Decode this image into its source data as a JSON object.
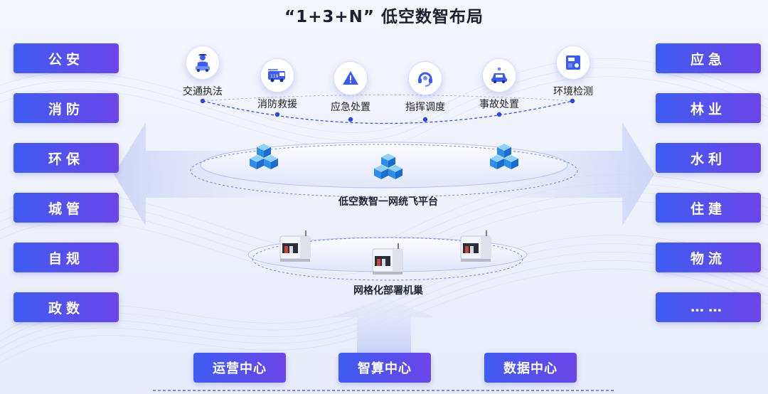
{
  "title": "“1+3+N” 低空数智布局",
  "left_items": [
    "公安",
    "消防",
    "环保",
    "城管",
    "自规",
    "政数"
  ],
  "right_items": [
    "应急",
    "林业",
    "水利",
    "住建",
    "物流",
    "……"
  ],
  "services": [
    {
      "label": "交通执法",
      "icon": "traffic-police-icon"
    },
    {
      "label": "消防救援",
      "icon": "fire-truck-icon"
    },
    {
      "label": "应急处置",
      "icon": "warning-icon"
    },
    {
      "label": "指挥调度",
      "icon": "headset-icon"
    },
    {
      "label": "事故处置",
      "icon": "car-accident-icon"
    },
    {
      "label": "环境检测",
      "icon": "monitor-icon"
    }
  ],
  "platform_label": "低空数智一网统飞平台",
  "hangar_label": "网格化部署机巢",
  "centers": [
    "运营中心",
    "智算中心",
    "数据中心"
  ],
  "colors": {
    "button_start": "#3f5cf0",
    "button_end": "#6b45e8",
    "line": "#3a55e6"
  }
}
